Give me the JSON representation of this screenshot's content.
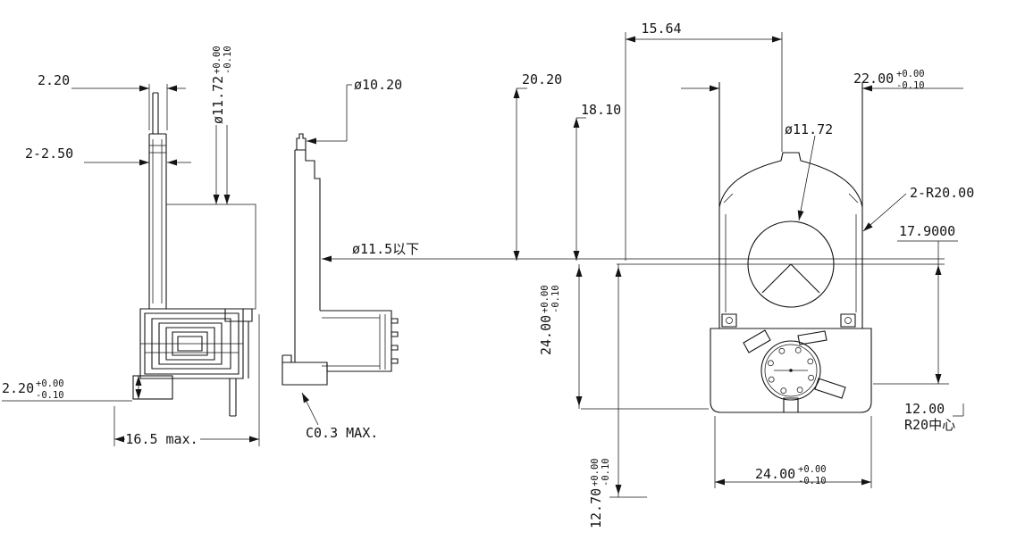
{
  "drawing": {
    "background": "#ffffff",
    "line_color": "#141414",
    "views": {
      "side_left": {
        "dims": {
          "width_top": "2.20",
          "slot": "2-2.50",
          "shaft_dia": "ø11.72",
          "shaft_dia_tol_plus": "+0.00",
          "shaft_dia_tol_minus": "-0.10",
          "base_thickness": "2.20",
          "base_thickness_tol_plus": "+0.00",
          "base_thickness_tol_minus": "-0.10",
          "overall_length": "16.5  max."
        }
      },
      "side_mid": {
        "dims": {
          "dia_top": "ø10.20",
          "dia_max": "ø11.5以下",
          "chamfer": "C0.3 MAX."
        }
      },
      "front": {
        "dims": {
          "d_15_64": "15.64",
          "d_20_20": "20.20",
          "d_18_10": "18.10",
          "d_22_00": "22.00",
          "d_22_00_tol_plus": "+0.00",
          "d_22_00_tol_minus": "-0.10",
          "dia_11_72": "ø11.72",
          "radius": "2-R20.00",
          "d_17_9000": "17.9000",
          "d_24_00_left": "24.00",
          "d_24_00_left_tol_plus": "+0.00",
          "d_24_00_left_tol_minus": "-0.10",
          "d_12_00": "12.00",
          "r20_center": "R20中心",
          "d_12_70": "12.70",
          "d_12_70_tol_plus": "+0.00",
          "d_12_70_tol_minus": "-0.10",
          "d_24_00_bottom": "24.00",
          "d_24_00_bottom_tol_plus": "+0.00",
          "d_24_00_bottom_tol_minus": "-0.10"
        }
      }
    }
  }
}
